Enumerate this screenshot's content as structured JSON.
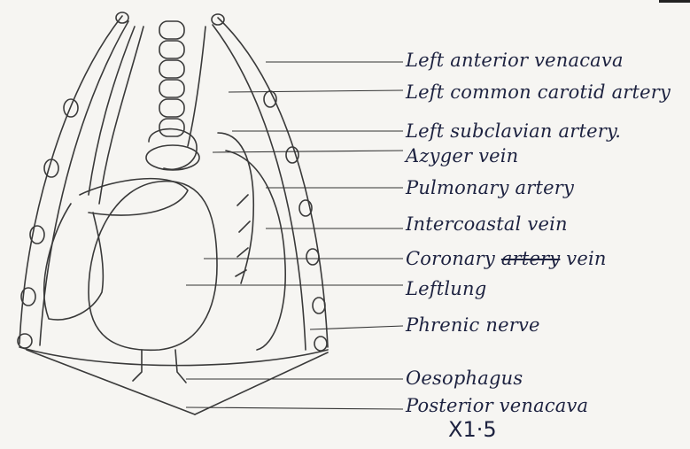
{
  "labels": [
    {
      "id": "left-anterior-vena-cava",
      "text": "Left anterior venacava"
    },
    {
      "id": "left-common-carotid-artery",
      "text": "Left common carotid artery"
    },
    {
      "id": "left-subclavian-artery",
      "text": "Left subclavian artery."
    },
    {
      "id": "azygos-vein",
      "text": "Azyger vein"
    },
    {
      "id": "pulmonary-artery",
      "text": "Pulmonary artery"
    },
    {
      "id": "intercostal-vein",
      "text": "Intercoastal vein"
    },
    {
      "id": "coronary-vein",
      "text": "Coronary",
      "struck": "artery",
      "after": "vein"
    },
    {
      "id": "left-lung",
      "text": "Leftlung"
    },
    {
      "id": "phrenic-nerve",
      "text": "Phrenic nerve"
    },
    {
      "id": "oesophagus",
      "text": "Oesophagus"
    },
    {
      "id": "posterior-vena-cava",
      "text": "Posterior venacava"
    }
  ],
  "magnification": "X1·5",
  "colors": {
    "ink": "#1d2240",
    "pencil": "#3a3a3a",
    "paper": "#f6f5f2"
  }
}
